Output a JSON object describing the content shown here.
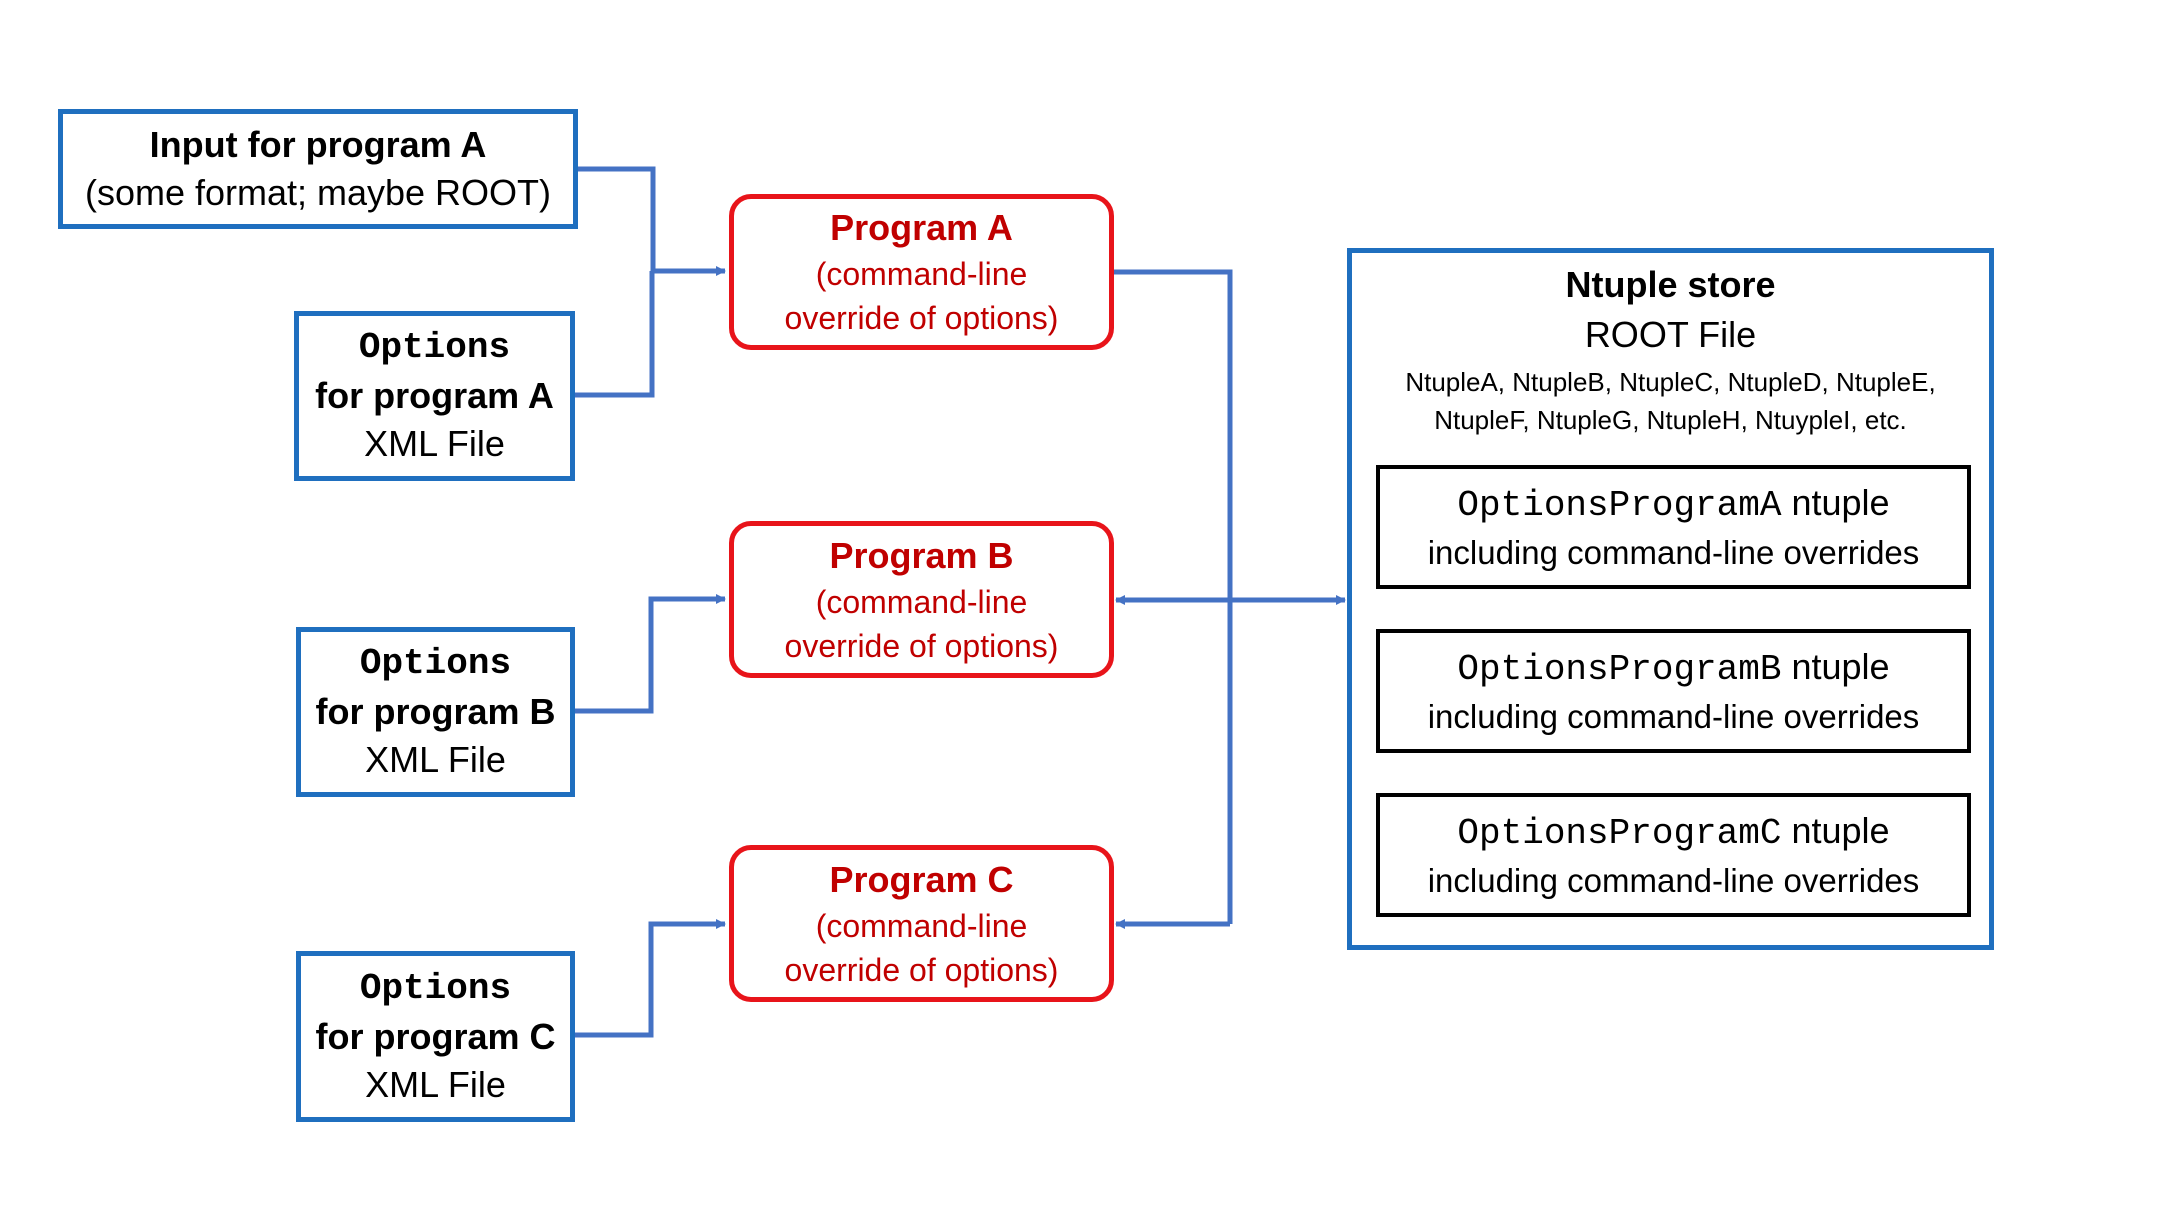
{
  "input_a": {
    "title": "Input for program A",
    "subtitle": "(some format; maybe ROOT)"
  },
  "options_a": {
    "word": "Options",
    "for": "for program A",
    "file": "XML File"
  },
  "options_b": {
    "word": "Options",
    "for": "for program B",
    "file": "XML File"
  },
  "options_c": {
    "word": "Options",
    "for": "for program C",
    "file": "XML File"
  },
  "program_a": {
    "title": "Program A",
    "line1": "(command-line",
    "line2": "override of options)"
  },
  "program_b": {
    "title": "Program B",
    "line1": "(command-line",
    "line2": "override of options)"
  },
  "program_c": {
    "title": "Program C",
    "line1": "(command-line",
    "line2": "override of options)"
  },
  "store": {
    "title": "Ntuple store",
    "subtitle": "ROOT File",
    "list1": "NtupleA, NtupleB, NtupleC, NtupleD, NtupleE,",
    "list2": "NtupleF, NtupleG, NtupleH, NtuypleI, etc.",
    "items": [
      {
        "code": "OptionsProgramA",
        "word": "ntuple",
        "desc": "including command-line overrides"
      },
      {
        "code": "OptionsProgramB",
        "word": "ntuple",
        "desc": "including command-line overrides"
      },
      {
        "code": "OptionsProgramC",
        "word": "ntuple",
        "desc": "including command-line overrides"
      }
    ]
  },
  "colors": {
    "blue": "#1f6fbf",
    "connector": "#4472c4",
    "red": "#e8141a",
    "red_text": "#c00000"
  }
}
